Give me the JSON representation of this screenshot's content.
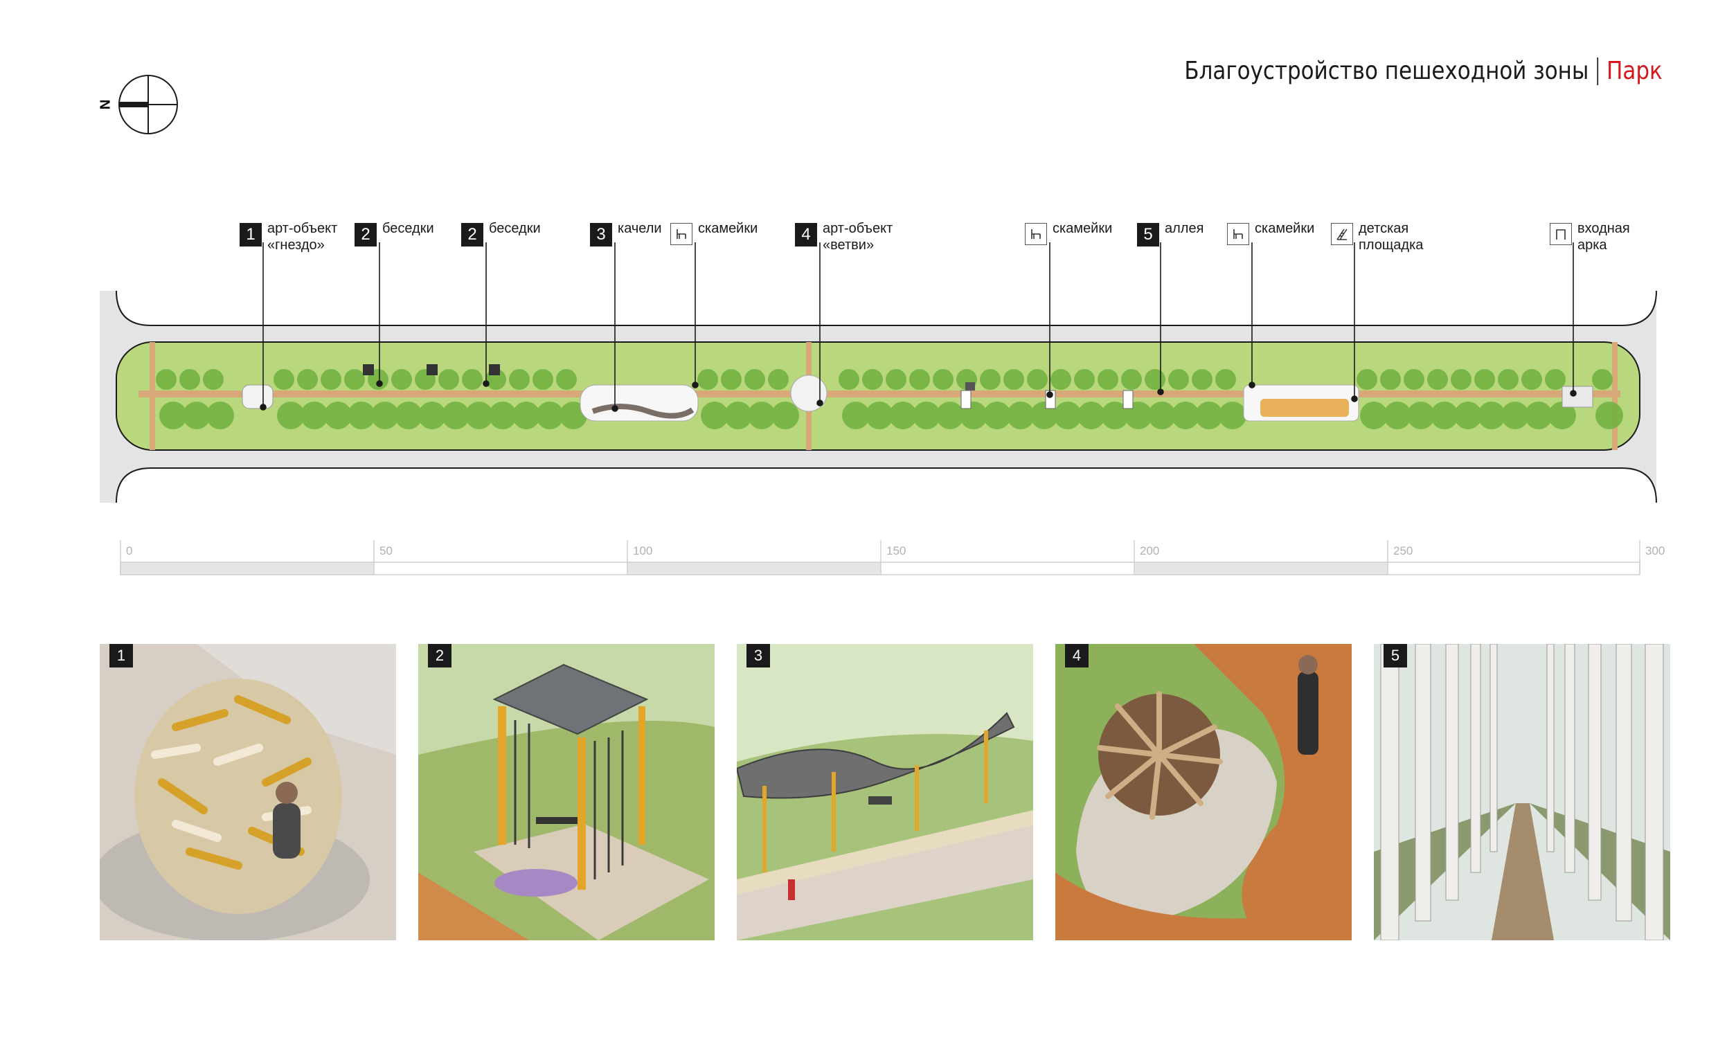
{
  "header": {
    "title": "Благоустройство пешеходной зоны",
    "subtitle": "Парк",
    "accent_color": "#d3181e"
  },
  "compass": {
    "letter": "N",
    "icon": "north-arrow-icon"
  },
  "callouts": [
    {
      "badge": "1",
      "label": "арт-объект\n«гнездо»"
    },
    {
      "badge": "2",
      "label": "беседки"
    },
    {
      "badge": "2",
      "label": "беседки"
    },
    {
      "badge": "3",
      "label": "качели"
    },
    {
      "icon": "bench-icon",
      "label": "скамейки"
    },
    {
      "badge": "4",
      "label": "арт-объект\n«ветви»"
    },
    {
      "icon": "bench-icon",
      "label": "скамейки"
    },
    {
      "badge": "5",
      "label": "аллея"
    },
    {
      "icon": "bench-icon",
      "label": "скамейки"
    },
    {
      "icon": "playground-icon",
      "label": "детская\nплощадка"
    },
    {
      "icon": "arch-icon",
      "label": "входная\nарка"
    }
  ],
  "scale_bar": {
    "ticks": [
      "0",
      "50",
      "100",
      "150",
      "200",
      "250",
      "300"
    ]
  },
  "photos": [
    {
      "badge": "1"
    },
    {
      "badge": "2"
    },
    {
      "badge": "3"
    },
    {
      "badge": "4"
    },
    {
      "badge": "5"
    }
  ],
  "colors": {
    "lawn": "#b7d67a",
    "trees": "#6fae3d",
    "path": "#d9a878",
    "road": "#e3e3e3"
  }
}
